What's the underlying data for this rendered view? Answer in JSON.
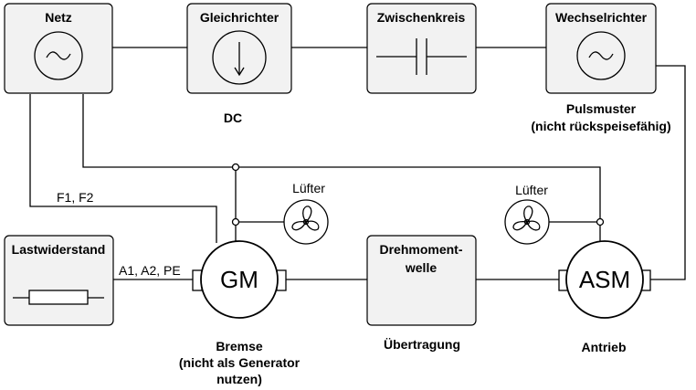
{
  "blocks": {
    "netz": "Netz",
    "gleichrichter": "Gleichrichter",
    "zwischenkreis": "Zwischenkreis",
    "wechselrichter": "Wechselrichter",
    "lastwiderstand": "Lastwiderstand",
    "drehmomentwelle": [
      "Drehmoment-",
      "welle"
    ]
  },
  "machines": {
    "gm": "GM",
    "asm": "ASM"
  },
  "labels": {
    "dc": "DC",
    "pulsmuster": [
      "Pulsmuster",
      "(nicht rückspeisefähig)"
    ],
    "f1f2": "F1, F2",
    "a1a2pe": "A1, A2, PE",
    "luefter_left": "Lüfter",
    "luefter_right": "Lüfter",
    "bremse": [
      "Bremse",
      "(nicht als Generator",
      "nutzen)"
    ],
    "uebertragung": "Übertragung",
    "antrieb": "Antrieb"
  },
  "icons": {
    "sine": "sine-icon",
    "diode": "diode-arrow-icon",
    "capacitor": "capacitor-icon",
    "resistor": "resistor-icon",
    "fan": "fan-icon"
  }
}
